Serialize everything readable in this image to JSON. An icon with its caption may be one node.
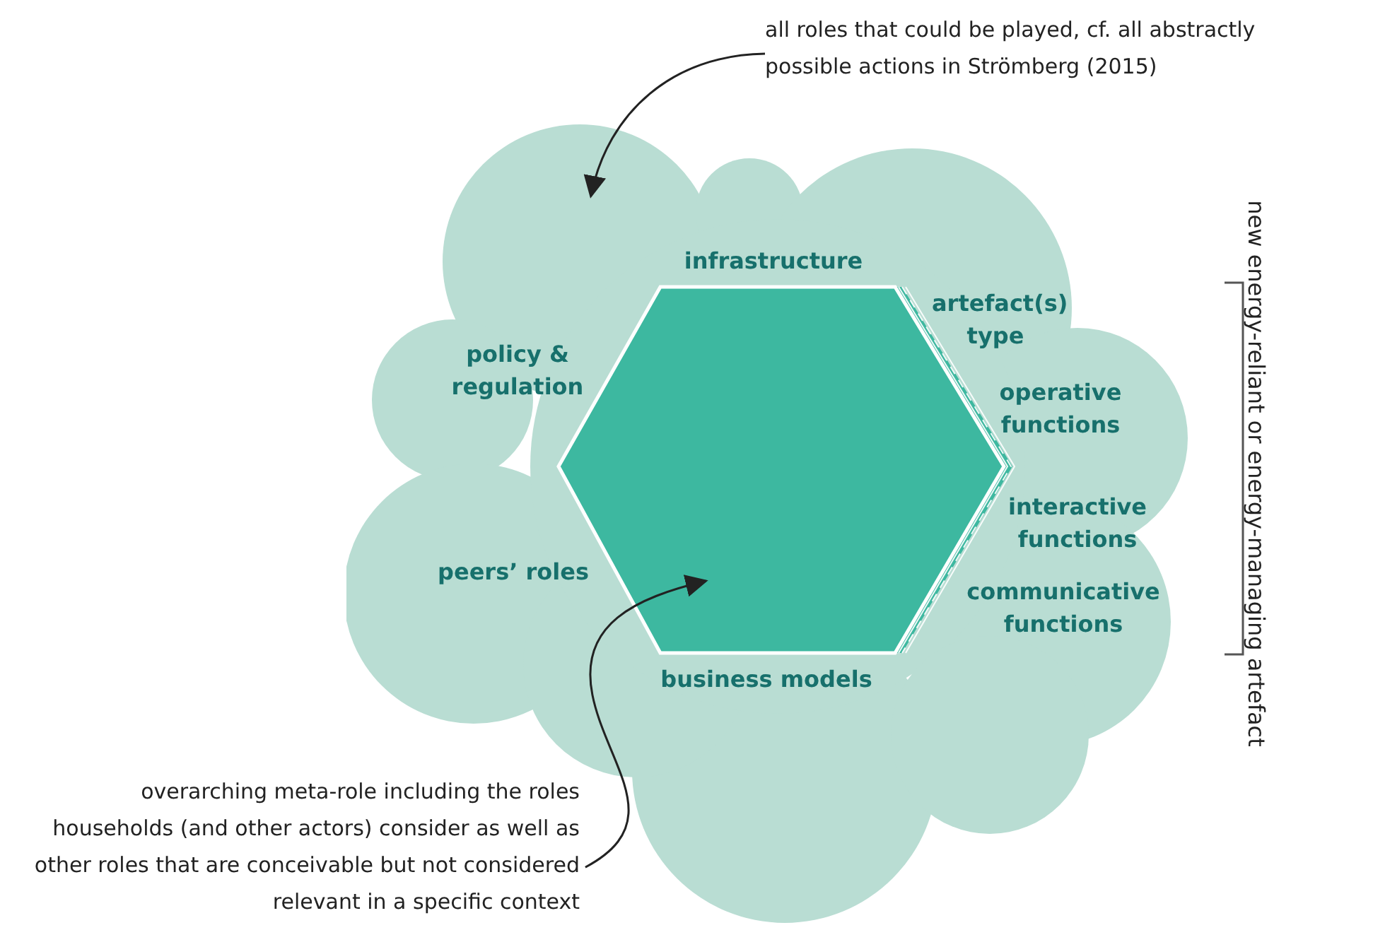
{
  "diagram": {
    "nodes": [
      {
        "text": [
          "all roles that could be played, cf. all abstractly possible actions in Strömberg (2015)"
        ]
      },
      {
        "text": [],
        "shape": "cloud"
      },
      {
        "text": [],
        "shape": "hexagon",
        "in": 1
      },
      {
        "text": [
          "overarching meta-role including the roles households (and other actors) consider as well as other roles that are conceivable but not considered relevant in a specific context"
        ]
      }
    ],
    "edges": [
      {
        "from": 0,
        "to": 1,
        "arrow": "to"
      },
      {
        "from": 3,
        "to": 2,
        "arrow": "to"
      }
    ],
    "labels": [
      "infrastructure",
      "artefact(s) type",
      "policy & regulation",
      "operative functions",
      "interactive functions",
      "peers’ roles",
      "communicative functions",
      "business models",
      "new energy-reliant or energy-managing artefact"
    ]
  }
}
